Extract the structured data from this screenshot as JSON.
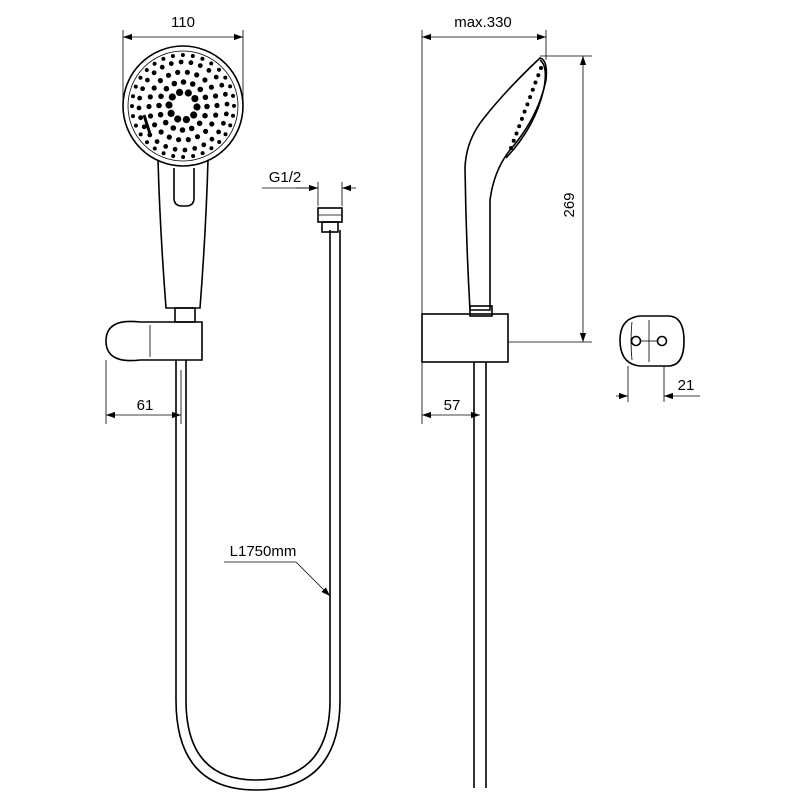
{
  "dimensions": {
    "head_width": "110",
    "max_length": "max.330",
    "thread": "G1/2",
    "height": "269",
    "front_offset": "61",
    "side_offset": "57",
    "bracket_depth": "21",
    "hose_length": "L1750mm"
  }
}
